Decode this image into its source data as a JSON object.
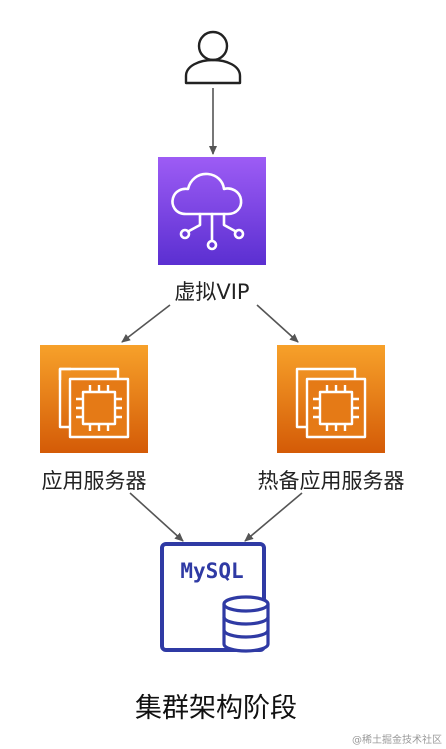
{
  "nodes": {
    "user": {
      "icon": "user-icon"
    },
    "vip": {
      "label": "虚拟VIP",
      "icon": "cloud-network-icon",
      "color_top": "#9d5cf5",
      "color_bottom": "#5b2fd1"
    },
    "app_server": {
      "label": "应用服务器",
      "icon": "ec2-chip-icon",
      "color_top": "#f7a12a",
      "color_bottom": "#d45b07"
    },
    "standby_server": {
      "label": "热备应用服务器",
      "icon": "ec2-chip-icon",
      "color_top": "#f7a12a",
      "color_bottom": "#d45b07"
    },
    "database": {
      "label": "MySQL",
      "icon": "database-icon",
      "color": "#2f3aa4"
    }
  },
  "title": "集群架构阶段",
  "watermark": "@稀土掘金技术社区",
  "colors": {
    "arrow": "#555555"
  }
}
